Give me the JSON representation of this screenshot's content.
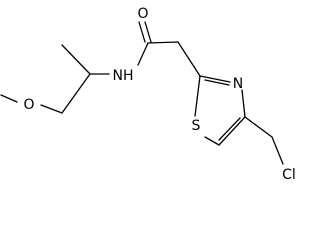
{
  "atoms": {
    "carbonyl_oxygen": "O",
    "amide_nitrogen": "NH",
    "ether_oxygen": "O",
    "ring_sulfur": "S",
    "ring_nitrogen": "N",
    "chlorine": "Cl"
  }
}
